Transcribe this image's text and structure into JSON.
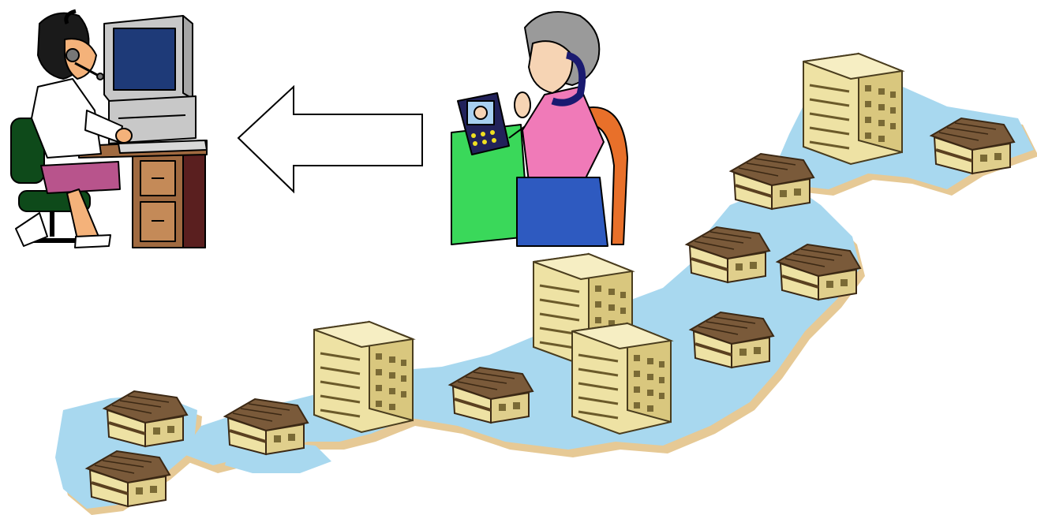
{
  "scene": {
    "operator": {
      "icon": "call-center-operator-icon"
    },
    "arrow": {
      "icon": "left-arrow-icon",
      "direction": "left"
    },
    "caller": {
      "icon": "elderly-woman-videophone-icon"
    },
    "map": {
      "icon": "japan-map-icon",
      "buildings": [
        {
          "kind": "apartment",
          "icon": "apartment-building-icon"
        },
        {
          "kind": "apartment",
          "icon": "apartment-building-icon"
        },
        {
          "kind": "apartment",
          "icon": "apartment-building-icon"
        },
        {
          "kind": "apartment",
          "icon": "apartment-building-icon"
        },
        {
          "kind": "house",
          "icon": "house-icon"
        },
        {
          "kind": "house",
          "icon": "house-icon"
        },
        {
          "kind": "house",
          "icon": "house-icon"
        },
        {
          "kind": "house",
          "icon": "house-icon"
        },
        {
          "kind": "house",
          "icon": "house-icon"
        },
        {
          "kind": "house",
          "icon": "house-icon"
        },
        {
          "kind": "house",
          "icon": "house-icon"
        },
        {
          "kind": "house",
          "icon": "house-icon"
        },
        {
          "kind": "house",
          "icon": "house-icon"
        }
      ]
    },
    "colors": {
      "sea_land": "#a8d8ef",
      "coast": "#e6c995",
      "building_wall": "#eee2a4",
      "roof": "#7a5a3a",
      "arrow_stroke": "#000000"
    }
  }
}
